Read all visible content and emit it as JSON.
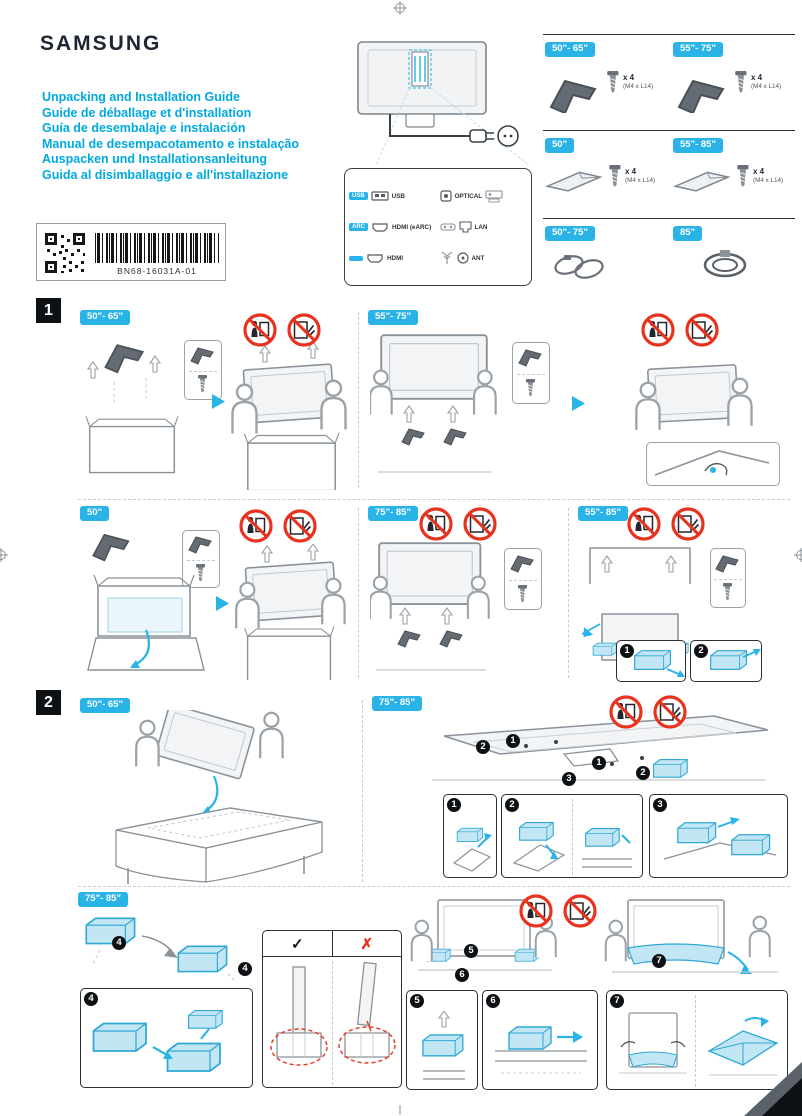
{
  "page": {
    "brand": "SAMSUNG",
    "doc_code": "BN68-16031A-01"
  },
  "titles": [
    "Unpacking and Installation Guide",
    "Guide de déballage et d'installation",
    "Guía de desembalaje e instalación",
    "Manual de desempacotamento e instalação",
    "Auspacken und Installationsanleitung",
    "Guida al disimballaggio e all'installazione"
  ],
  "ports": {
    "usb_tag": "USB",
    "usb": "USB",
    "optical": "OPTICAL",
    "arc_tag": "ARC",
    "hdmi_earc": "HDMI (eARC)",
    "lan": "LAN",
    "hdmi": "HDMI",
    "ant": "ANT"
  },
  "accessories": {
    "cells": [
      {
        "size": "50\"- 65\"",
        "qty": "x 4",
        "spec": "(M4 x L14)"
      },
      {
        "size": "55\"- 75\"",
        "qty": "x 4",
        "spec": "(M4 x L14)"
      },
      {
        "size": "50\"",
        "qty": "x 4",
        "spec": "(M4 x L14)"
      },
      {
        "size": "55\"- 85\"",
        "qty": "x 4",
        "spec": "(M4 x L14)"
      },
      {
        "size": "50\"- 75\""
      },
      {
        "size": "85\""
      }
    ]
  },
  "step1": {
    "number": "1",
    "panels": [
      {
        "label": "50\"- 65\""
      },
      {
        "label": "55\"- 75\""
      },
      {
        "label": "50\""
      },
      {
        "label": "75\"- 85\""
      },
      {
        "label": "55\"- 85\""
      }
    ]
  },
  "step2": {
    "number": "2",
    "panels": [
      {
        "label": "50\"- 65\""
      },
      {
        "label": "75\"- 85\""
      },
      {
        "label": "75\"- 85\""
      }
    ]
  },
  "badges": {
    "b1": "1",
    "b2": "2",
    "b3": "3",
    "b4": "4",
    "b5": "5",
    "b6": "6",
    "b7": "7"
  },
  "marks": {
    "check": "✓",
    "cross": "✗"
  }
}
